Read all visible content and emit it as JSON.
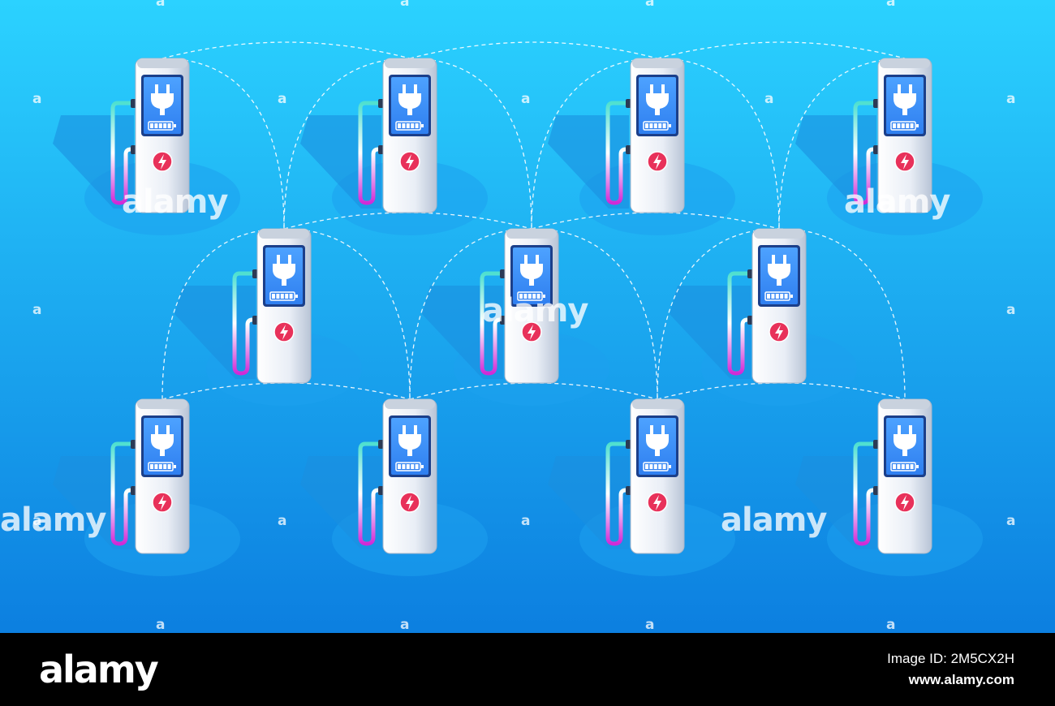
{
  "colors": {
    "bg_top": "#2bd2ff",
    "bg_bottom": "#0c7fe0",
    "screen": "#2f7ff0",
    "bolt_circle": "#e8315a",
    "cable_top": "#4fe0d0",
    "cable_bottom": "#d12ad6",
    "link_line": "#ffffff"
  },
  "icons": [
    "plug-icon",
    "battery-icon",
    "lightning-bolt-icon"
  ],
  "watermark": {
    "brand": "alamy",
    "small_mark": "a"
  },
  "footer": {
    "logo": "alamy",
    "image_id": "Image ID: 2M5CX2H",
    "url": "www.alamy.com"
  }
}
